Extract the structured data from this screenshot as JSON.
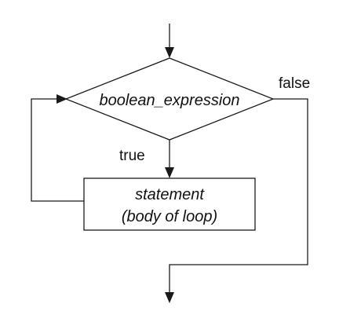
{
  "diagram": {
    "decision": {
      "label": "boolean_expression"
    },
    "process": {
      "line1": "statement",
      "line2": "(body of loop)"
    },
    "edges": {
      "true_label": "true",
      "false_label": "false"
    }
  }
}
